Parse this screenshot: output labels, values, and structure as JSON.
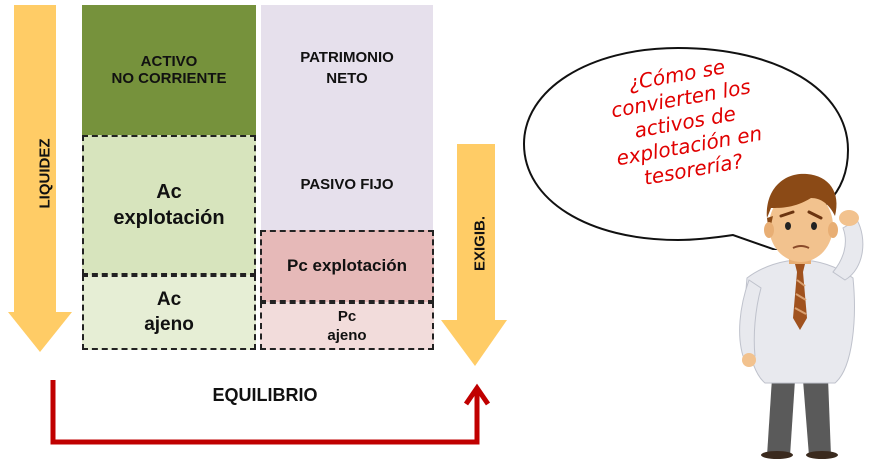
{
  "labels": {
    "liquidez": "LIQUIDEZ",
    "exigib": "EXIGIB.",
    "equilibrio": "EQUILIBRIO"
  },
  "assets": {
    "activo_no_corriente": "ACTIVO\nNO CORRIENTE",
    "ac_explotacion": "Ac\nexplotación",
    "ac_ajeno": "Ac\najeno"
  },
  "liabilities": {
    "patrimonio_neto": "PATRIMONIO\nNETO",
    "pasivo_fijo": "PASIVO FIJO",
    "pc_explotacion": "Pc explotación",
    "pc_ajeno": "Pc\najeno"
  },
  "speech_bubble": "¿Cómo se\nconvierten los\nactivos de\nexplotación en\ntesorería?",
  "colors": {
    "arrow_yellow": "#FFCC66",
    "activo_no_corriente": "#76923C",
    "ac_light_green": "#D7E4BD",
    "ac_ajeno_green": "#E6EED5",
    "patrimonio": "#E6E0EC",
    "pc_explotacion": "#E6B9B8",
    "pc_ajeno": "#F2DCDB",
    "equilibrio_arrow": "#C00000",
    "bubble_text": "#E00000"
  }
}
